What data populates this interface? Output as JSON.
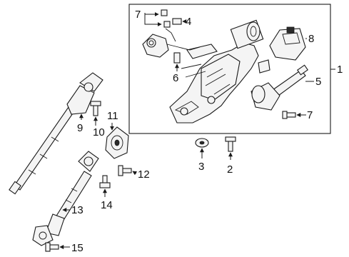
{
  "callouts": {
    "c1": "1",
    "c2": "2",
    "c3": "3",
    "c4": "4",
    "c5": "5",
    "c6": "6",
    "c7a": "7",
    "c7b": "7",
    "c8": "8",
    "c9": "9",
    "c10": "10",
    "c11": "11",
    "c12": "12",
    "c13": "13",
    "c14": "14",
    "c15": "15"
  }
}
